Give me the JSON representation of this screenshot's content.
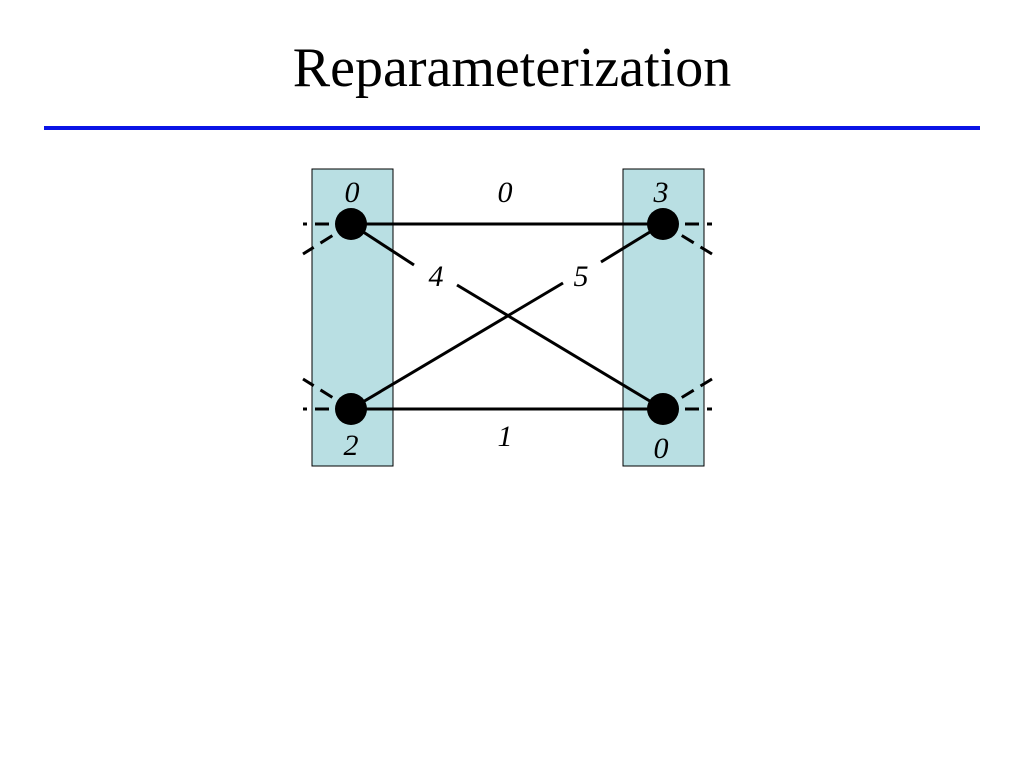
{
  "slide": {
    "title": "Reparameterization",
    "rule_color": "#0a14e6"
  },
  "diagram": {
    "colors": {
      "column_fill": "#b9dfe3",
      "stroke": "#000000",
      "node": "#000000"
    },
    "nodes": [
      {
        "id": "top-left",
        "label": "0"
      },
      {
        "id": "top-right",
        "label": "3"
      },
      {
        "id": "bottom-left",
        "label": "2"
      },
      {
        "id": "bottom-right",
        "label": "0"
      }
    ],
    "edges": [
      {
        "id": "top",
        "from": "top-left",
        "to": "top-right",
        "label": "0"
      },
      {
        "id": "bottom",
        "from": "bottom-left",
        "to": "bottom-right",
        "label": "1"
      },
      {
        "id": "cross-down",
        "from": "top-left",
        "to": "bottom-right",
        "label": "4"
      },
      {
        "id": "cross-up",
        "from": "bottom-left",
        "to": "top-right",
        "label": "5"
      }
    ]
  }
}
